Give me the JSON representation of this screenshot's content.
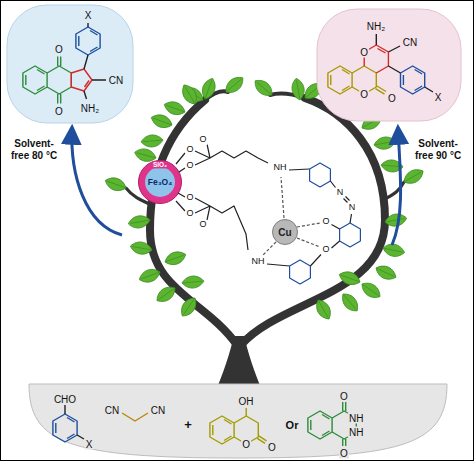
{
  "diagram": {
    "nodes": [
      {
        "text": [
          "X",
          "CN",
          "NH₂",
          "O",
          "O"
        ]
      },
      {
        "text": [
          "NH₂",
          "CN",
          "O",
          "O",
          "O",
          "X"
        ]
      },
      {
        "text": [
          "SiO₂",
          "Fe₃O₄"
        ]
      },
      {
        "text": [
          "Cu"
        ]
      },
      {
        "text": [
          "CHO",
          "X",
          "CN",
          "CN",
          "+",
          "OH",
          "O",
          "O",
          "Or",
          "O",
          "NH",
          "NH",
          "O"
        ]
      }
    ],
    "labels": [
      "Solvent- free 80 °C",
      "Solvent- free 90 °C",
      "O",
      "O",
      "O",
      "O",
      "O",
      "O",
      "NH",
      "N",
      "N",
      "O",
      "O",
      "NH"
    ]
  }
}
